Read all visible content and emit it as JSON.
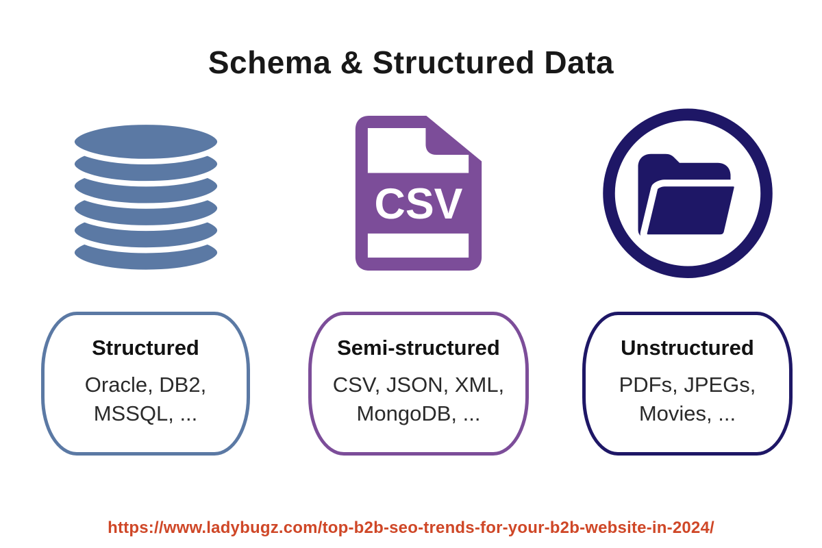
{
  "page": {
    "title": "Schema & Structured Data",
    "title_color": "#181818",
    "background": "#ffffff"
  },
  "columns": [
    {
      "id": "structured",
      "icon": "database-icon",
      "accent": "#5b79a4",
      "label": "Structured",
      "examples": "Oracle, DB2,\nMSSQL, ..."
    },
    {
      "id": "semi-structured",
      "icon": "csv-file-icon",
      "icon_text": "CSV",
      "accent": "#7c4d99",
      "label": "Semi-structured",
      "examples": "CSV, JSON, XML,\nMongoDB, ..."
    },
    {
      "id": "unstructured",
      "icon": "open-folder-icon",
      "accent": "#1e1766",
      "label": "Unstructured",
      "examples": "PDFs, JPEGs,\nMovies, ..."
    }
  ],
  "footer": {
    "url": "https://www.ladybugz.com/top-b2b-seo-trends-for-your-b2b-website-in-2024/",
    "color": "#cf4727"
  }
}
